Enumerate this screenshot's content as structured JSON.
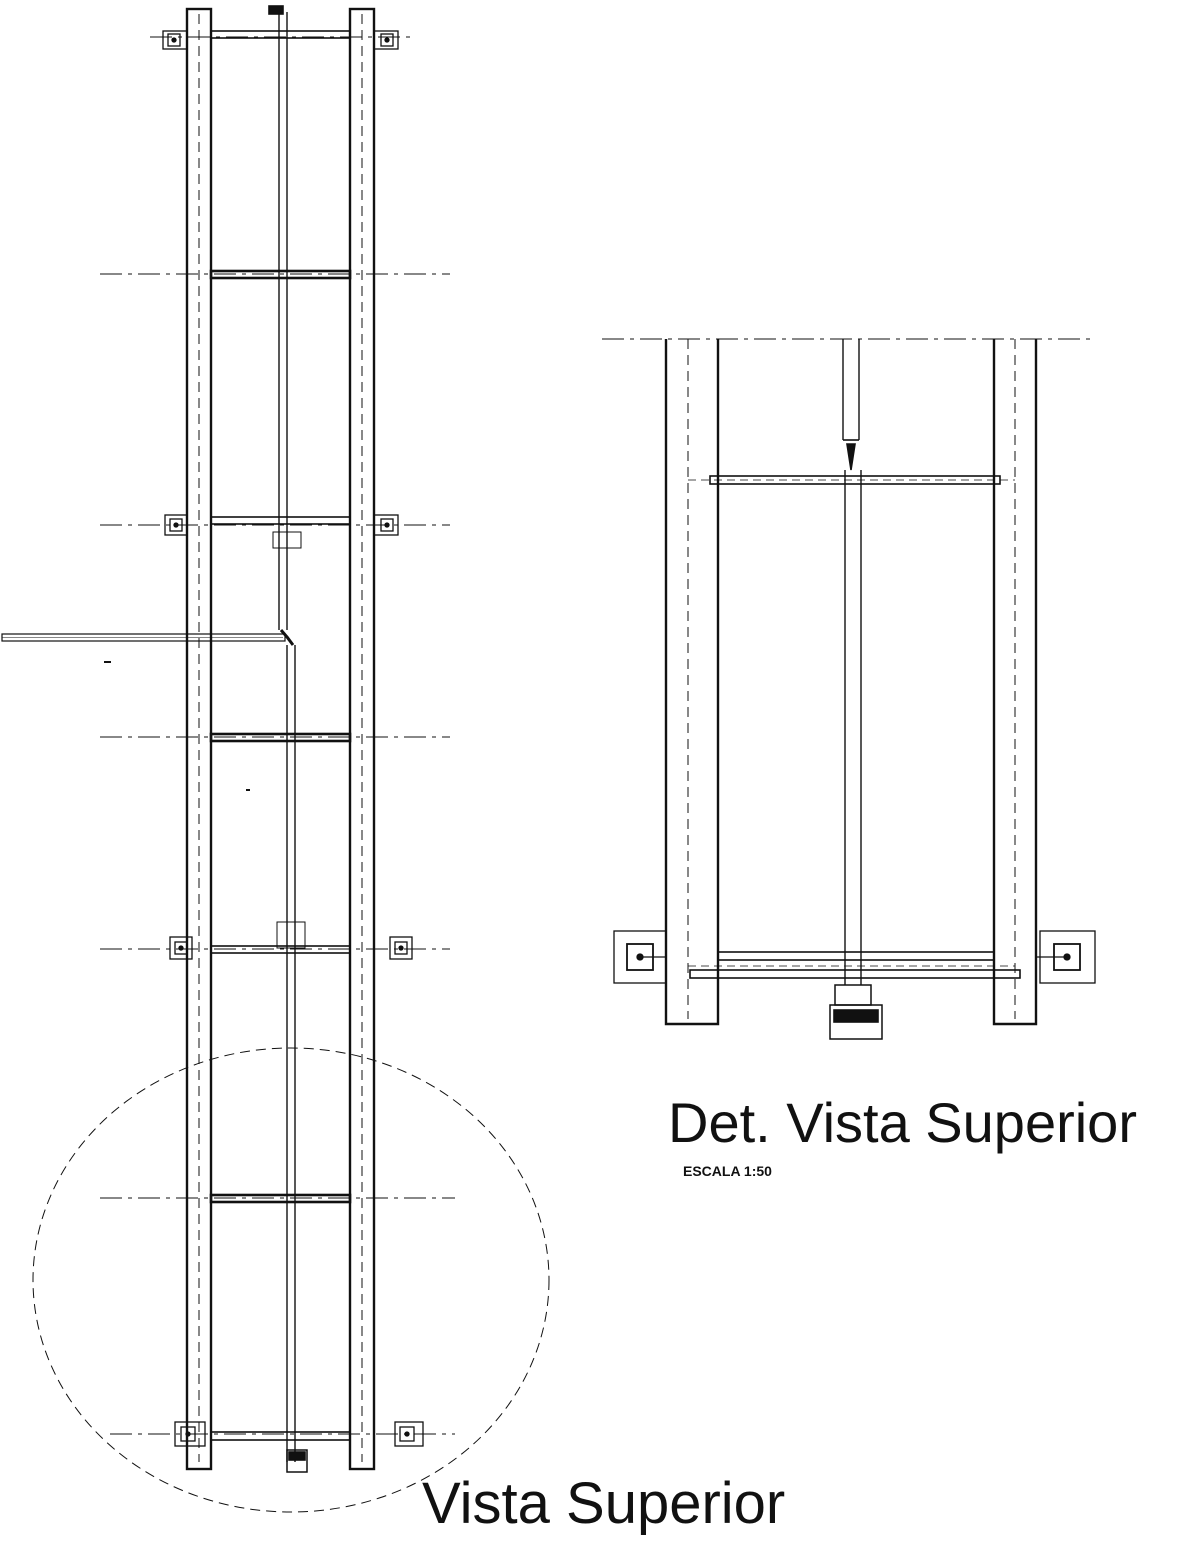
{
  "views": {
    "main": {
      "title": "Vista Superior"
    },
    "detail": {
      "title": "Det. Vista Superior",
      "scale": "ESCALA 1:50"
    }
  },
  "style": {
    "line_color": "#111111",
    "background": "#ffffff"
  }
}
